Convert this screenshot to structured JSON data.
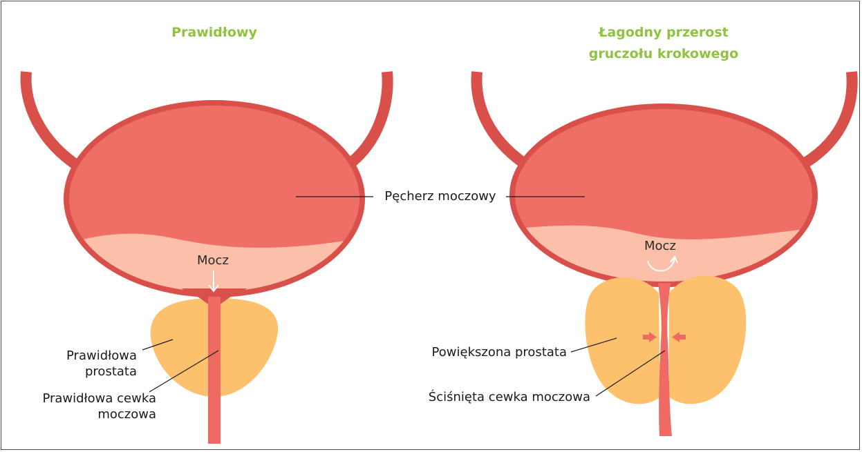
{
  "colors": {
    "bladder_wall": "#d9504a",
    "bladder_inner": "#ef6e66",
    "urine": "#fbbfaa",
    "prostate": "#fdc16d",
    "urethra": "#ee6a62",
    "title_green": "#8fc23f",
    "arrow_white": "#ffffff",
    "compression_arrow": "#ee6a62",
    "leader_line": "#1a1a1a"
  },
  "panels": {
    "normal": {
      "title": "Prawidłowy",
      "urine_label": "Mocz",
      "prostate_label": "Prawidłowa prostata",
      "urethra_label": "Prawidłowa cewka moczowa"
    },
    "bph": {
      "title": "Łagodny przerost gruczołu krokowego",
      "urine_label": "Mocz",
      "prostate_label": "Powiększona prostata",
      "urethra_label": "Ściśnięta cewka moczowa"
    }
  },
  "shared": {
    "bladder_label": "Pęcherz moczowy"
  },
  "icons": {
    "normal_flow": "arrow-down-icon",
    "blocked_flow": "arrow-curved-back-icon",
    "compression": "arrow-right-icon"
  }
}
